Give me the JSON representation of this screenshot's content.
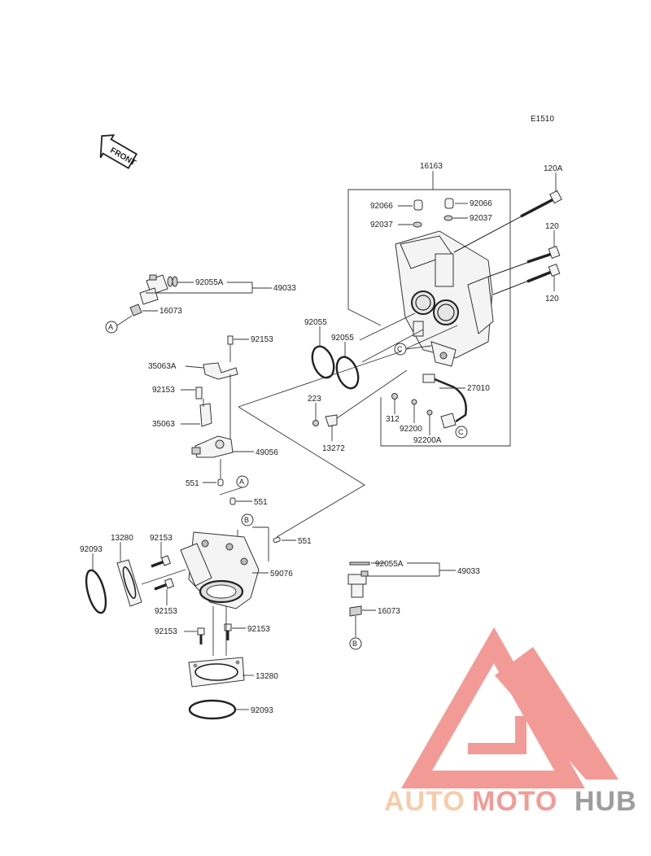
{
  "diagram": {
    "code": "E1510",
    "front_label": "FRONT",
    "parts": {
      "p16163": "16163",
      "p120A": "120A",
      "p120a": "120",
      "p120b": "120",
      "p92066a": "92066",
      "p92066b": "92066",
      "p92037a": "92037",
      "p92037b": "92037",
      "p92055A_top": "92055A",
      "p49033_top": "49033",
      "p16073_top": "16073",
      "p92153_a": "92153",
      "p35063A": "35063A",
      "p92153_b": "92153",
      "p35063": "35063",
      "p49056": "49056",
      "p551_a": "551",
      "p551_b": "551",
      "p551_c": "551",
      "p92055_a": "92055",
      "p92055_b": "92055",
      "p223": "223",
      "p13272": "13272",
      "p312": "312",
      "p92200": "92200",
      "p92200A": "92200A",
      "p27010": "27010",
      "p92093_left": "92093",
      "p13280_left": "13280",
      "p92153_c": "92153",
      "p92153_d": "92153",
      "p59076": "59076",
      "p92153_e": "92153",
      "p92153_f": "92153",
      "p13280_bottom": "13280",
      "p92093_bottom": "92093",
      "p92055A_right": "92055A",
      "p49033_right": "49033",
      "p16073_right": "16073"
    },
    "refs": {
      "A1": "A",
      "A2": "A",
      "B1": "B",
      "B2": "B",
      "C1": "C",
      "C2": "C"
    }
  },
  "watermark": {
    "auto": "AUTO",
    "moto": "MOTO",
    "hub": "HUB"
  },
  "colors": {
    "watermark_red": "#f08a84",
    "watermark_orange": "#f6c49a",
    "watermark_gray": "#8c8c8c"
  }
}
